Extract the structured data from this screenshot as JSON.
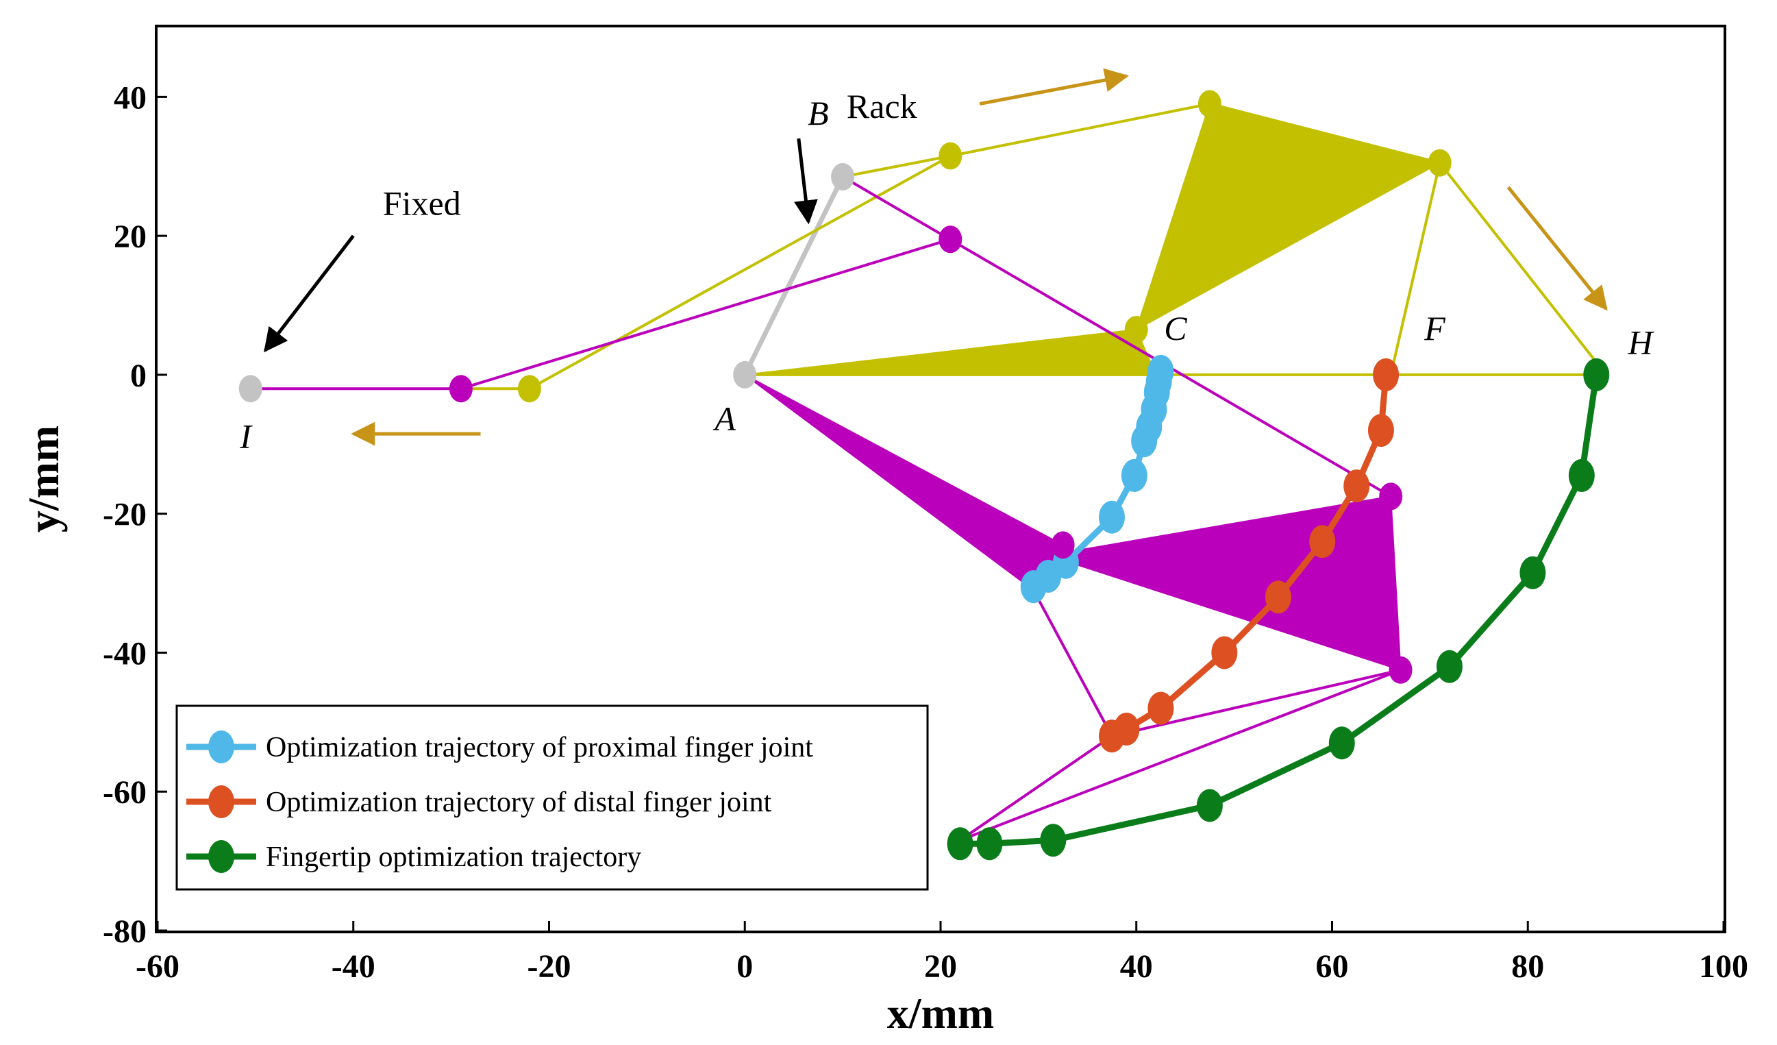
{
  "chart_data": {
    "type": "scatter",
    "title": "",
    "xlabel": "x/mm",
    "ylabel": "y/mm",
    "xlim": [
      -60,
      100
    ],
    "ylim": [
      -80,
      50
    ],
    "xticks": [
      "-60",
      "-40",
      "-20",
      "0",
      "20",
      "40",
      "60",
      "80",
      "100"
    ],
    "yticks": [
      "-80",
      "-60",
      "-40",
      "-20",
      "0",
      "20",
      "40"
    ],
    "grid": false,
    "legend_position": "bottom-left",
    "colors": {
      "proximal": "#4fb8e8",
      "distal": "#dc5022",
      "fingertip": "#0a7d1a",
      "olive": "#c2c000",
      "magenta": "#bb00bb",
      "gray": "#c3c3c3",
      "arrow_gold": "#c79418",
      "arrow_black": "#000000"
    },
    "point_labels": [
      {
        "text": "A",
        "x": -2.0,
        "y": -8.0
      },
      {
        "text": "B",
        "x": 7.5,
        "y": 36.0
      },
      {
        "text": "C",
        "x": 44.0,
        "y": 5.0
      },
      {
        "text": "F",
        "x": 70.5,
        "y": 5.0
      },
      {
        "text": "H",
        "x": 91.5,
        "y": 3.0
      },
      {
        "text": "I",
        "x": -51.0,
        "y": -10.5
      }
    ],
    "annotations": [
      {
        "text": "Rack",
        "x": 14.0,
        "y": 37.0,
        "arrow_from": [
          5.5,
          34.0
        ],
        "arrow_to": [
          6.5,
          22.0
        ]
      },
      {
        "text": "Fixed",
        "x": -33.0,
        "y": 23.0,
        "arrow_from": [
          -40.0,
          20.0
        ],
        "arrow_to": [
          -49.0,
          3.5
        ]
      }
    ],
    "direction_arrows": [
      {
        "from": [
          24.0,
          39.0
        ],
        "to": [
          39.0,
          43.0
        ]
      },
      {
        "from": [
          78.0,
          27.0
        ],
        "to": [
          88.0,
          9.5
        ]
      },
      {
        "from": [
          -27.0,
          -8.5
        ],
        "to": [
          -40.0,
          -8.5
        ]
      }
    ],
    "links": [
      {
        "color": "gray",
        "points": [
          [
            0,
            0
          ],
          [
            10,
            28.5
          ]
        ]
      },
      {
        "color": "olive",
        "points": [
          [
            10,
            28.5
          ],
          [
            21,
            31.5
          ],
          [
            47.5,
            39
          ],
          [
            71,
            30.5
          ],
          [
            88,
            0
          ]
        ]
      },
      {
        "color": "olive",
        "points": [
          [
            -29,
            -2
          ],
          [
            -22,
            -2
          ],
          [
            21,
            31.5
          ]
        ]
      },
      {
        "color": "olive",
        "points": [
          [
            0,
            0
          ],
          [
            88,
            0
          ]
        ]
      },
      {
        "color": "olive",
        "points": [
          [
            71,
            30.5
          ],
          [
            66,
            0
          ]
        ]
      },
      {
        "color": "magenta",
        "points": [
          [
            -51,
            -2
          ],
          [
            -29,
            -2
          ],
          [
            21,
            19.5
          ]
        ]
      },
      {
        "color": "magenta",
        "points": [
          [
            10,
            28.5
          ],
          [
            66,
            -17.5
          ]
        ]
      },
      {
        "color": "magenta",
        "points": [
          [
            29.5,
            -31
          ],
          [
            37.5,
            -52
          ],
          [
            67,
            -42.5
          ],
          [
            22,
            -67
          ],
          [
            67,
            -42.5
          ]
        ]
      },
      {
        "color": "magenta",
        "points": [
          [
            37.5,
            -52
          ],
          [
            22,
            -67
          ]
        ]
      }
    ],
    "triangles": [
      {
        "color": "olive",
        "points": [
          [
            0,
            0
          ],
          [
            40,
            6.5
          ],
          [
            42,
            0
          ]
        ]
      },
      {
        "color": "olive",
        "points": [
          [
            40,
            6.5
          ],
          [
            47.5,
            39
          ],
          [
            71,
            30.5
          ]
        ]
      },
      {
        "color": "magenta",
        "points": [
          [
            0,
            0
          ],
          [
            32.5,
            -24.5
          ],
          [
            29.5,
            -31
          ]
        ]
      },
      {
        "color": "magenta",
        "points": [
          [
            31,
            -26
          ],
          [
            66,
            -17.5
          ],
          [
            67,
            -42.5
          ]
        ]
      }
    ],
    "joints": [
      {
        "color": "gray",
        "points": [
          [
            -50.5,
            -2
          ],
          [
            0,
            0
          ],
          [
            10,
            28.5
          ]
        ]
      },
      {
        "color": "olive",
        "points": [
          [
            -22,
            -2
          ],
          [
            21,
            31.5
          ],
          [
            47.5,
            39
          ],
          [
            71,
            30.5
          ],
          [
            40,
            6.5
          ]
        ]
      },
      {
        "color": "magenta",
        "points": [
          [
            -29,
            -2
          ],
          [
            21,
            19.5
          ],
          [
            66,
            -17.5
          ],
          [
            67,
            -42.5
          ],
          [
            32.5,
            -24.5
          ]
        ]
      }
    ],
    "series": [
      {
        "name": "Optimization trajectory of proximal finger joint",
        "color": "proximal",
        "x": [
          42.5,
          42.3,
          42.1,
          41.8,
          41.3,
          40.8,
          39.8,
          37.5,
          32.8,
          31.0,
          29.5
        ],
        "y": [
          0.5,
          -1.0,
          -2.5,
          -5.0,
          -7.5,
          -9.5,
          -14.5,
          -20.5,
          -27.0,
          -29.0,
          -30.5
        ]
      },
      {
        "name": "Optimization trajectory of distal finger joint",
        "color": "distal",
        "x": [
          65.5,
          65.0,
          62.5,
          59.0,
          54.5,
          49.0,
          42.5,
          39.0,
          37.5
        ],
        "y": [
          0,
          -8,
          -16,
          -24,
          -32,
          -40,
          -48,
          -51,
          -52
        ]
      },
      {
        "name": "Fingertip optimization trajectory",
        "color": "fingertip",
        "x": [
          87.0,
          85.5,
          80.5,
          72.0,
          61.0,
          47.5,
          31.5,
          25.0,
          22.0
        ],
        "y": [
          0,
          -14.5,
          -28.5,
          -42,
          -53,
          -62,
          -67,
          -67.5,
          -67.5
        ]
      }
    ]
  }
}
